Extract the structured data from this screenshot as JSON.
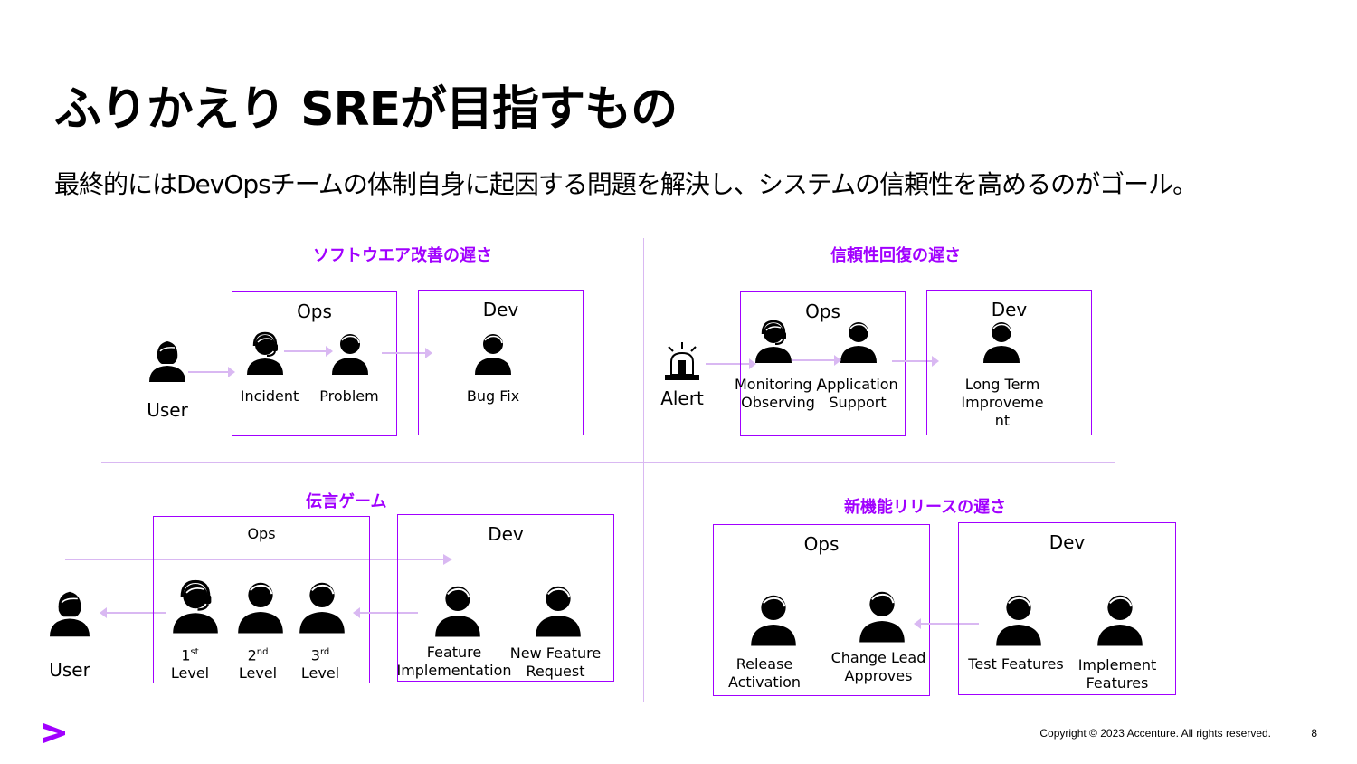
{
  "slide": {
    "title": "ふりかえり SREが目指すもの",
    "subtitle": "最終的にはDevOpsチームの体制自身に起因する問題を解決し、システムの信頼性を高めるのがゴール。",
    "footer": {
      "copyright": "Copyright © 2023 Accenture. All rights reserved.",
      "page": "8"
    },
    "accent_color": "#a100ff"
  },
  "q1": {
    "title": "ソフトウエア改善の遅さ",
    "user_label": "User",
    "ops_label": "Ops",
    "dev_label": "Dev",
    "incident_label": "Incident",
    "problem_label": "Problem",
    "bugfix_label": "Bug Fix"
  },
  "q2": {
    "title": "信頼性回復の遅さ",
    "alert_label": "Alert",
    "ops_label": "Ops",
    "dev_label": "Dev",
    "monitoring_line1": "Monitoring /",
    "monitoring_line2": "Observing",
    "application_line1": "Application",
    "application_line2": "Support",
    "longterm_line1": "Long Term",
    "longterm_line2": "Improveme",
    "longterm_line3": "nt"
  },
  "q3": {
    "title": "伝言ゲーム",
    "user_label": "User",
    "ops_label": "Ops",
    "dev_label": "Dev",
    "level1_num": "1",
    "level1_sup": "st",
    "level2_num": "2",
    "level2_sup": "nd",
    "level3_num": "3",
    "level3_sup": "rd",
    "level_word": "Level",
    "feature_line1": "Feature",
    "feature_line2": "Implementation",
    "newfeature_line1": "New Feature",
    "newfeature_line2": "Request"
  },
  "q4": {
    "title": "新機能リリースの遅さ",
    "ops_label": "Ops",
    "dev_label": "Dev",
    "release_line1": "Release",
    "release_line2": "Activation",
    "change_line1": "Change Lead",
    "change_line2": "Approves",
    "test_label": "Test Features",
    "implement_line1": "Implement",
    "implement_line2": "Features"
  }
}
